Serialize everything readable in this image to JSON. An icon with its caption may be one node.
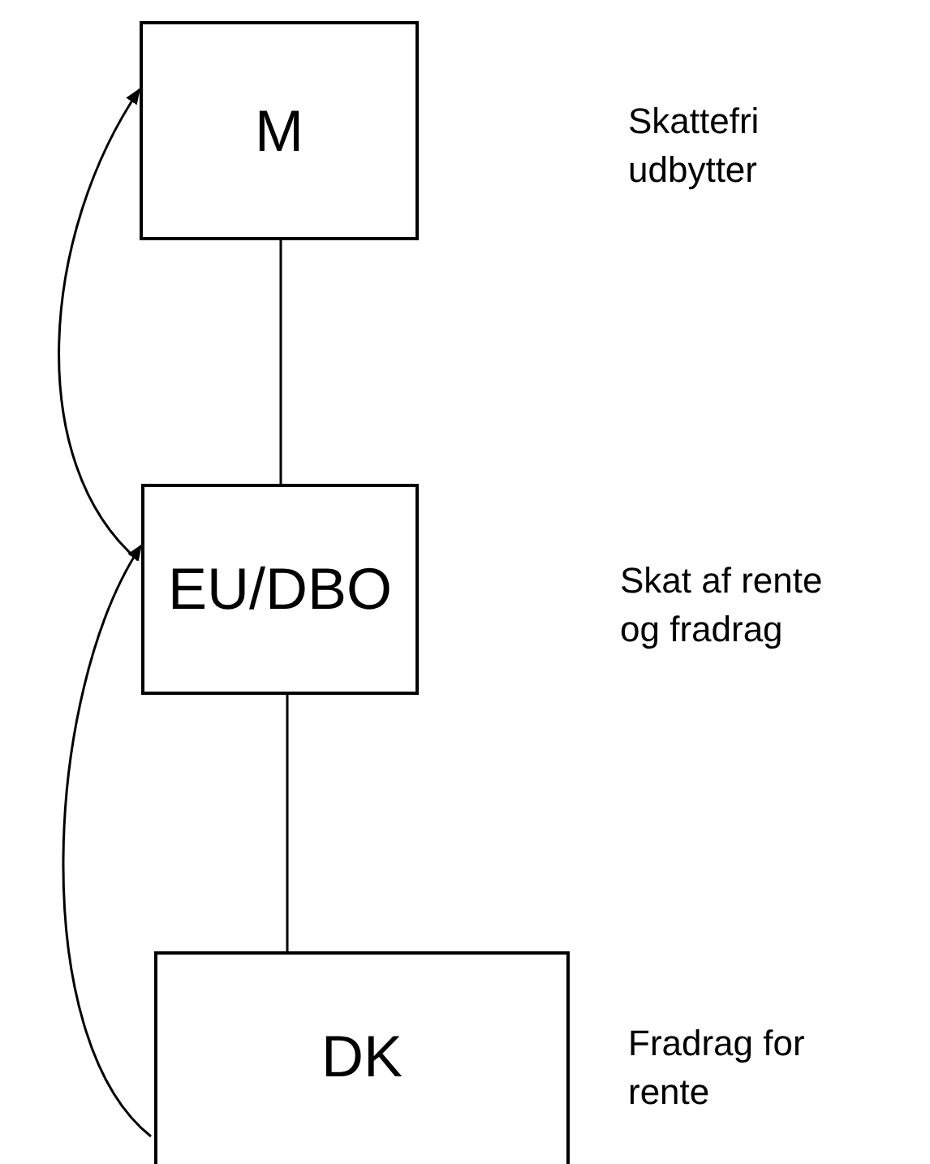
{
  "diagram": {
    "nodes": [
      {
        "text": [
          "M"
        ]
      },
      {
        "text": [
          "EU/DBO"
        ]
      },
      {
        "text": [
          "DK"
        ]
      }
    ],
    "edges": [
      {
        "from": 0,
        "to": 1,
        "arrow": "none"
      },
      {
        "from": 1,
        "to": 2,
        "arrow": "none"
      },
      {
        "from": 1,
        "to": 0,
        "arrow": "to"
      },
      {
        "from": 2,
        "to": 1,
        "arrow": "to"
      }
    ],
    "labels": [
      "Skattefri udbytter",
      "Skat af rente og fradrag",
      "Fradrag for rente"
    ]
  }
}
